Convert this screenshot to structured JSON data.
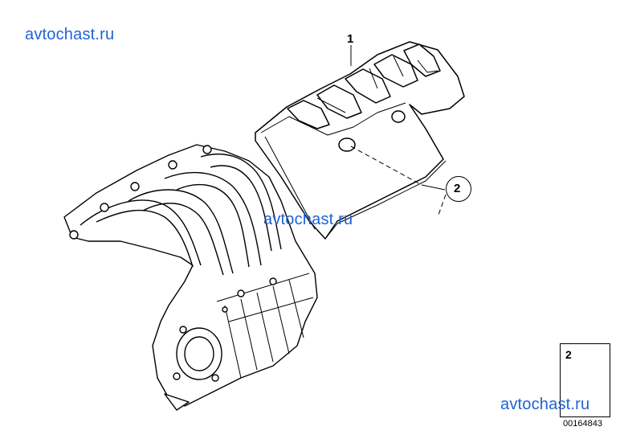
{
  "watermarks": [
    "avtochast.ru",
    "avtochast.ru",
    "avtochast.ru"
  ],
  "callouts": {
    "part1": "1",
    "part2": "2"
  },
  "legend": {
    "number": "2",
    "icon": "bolt-icon"
  },
  "diagram_id": "00164843"
}
